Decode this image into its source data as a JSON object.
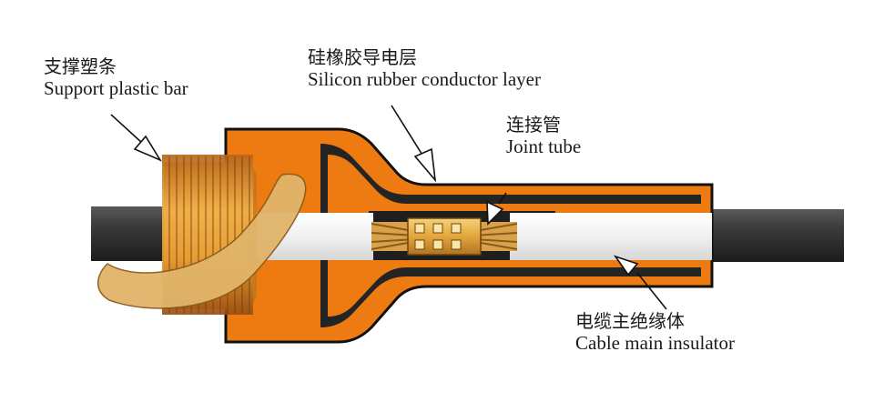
{
  "labels": {
    "support_bar": {
      "zh": "支撑塑条",
      "en": "Support plastic bar"
    },
    "conductor_layer": {
      "zh": "硅橡胶导电层",
      "en": "Silicon rubber conductor layer"
    },
    "joint_tube": {
      "zh": "连接管",
      "en": "Joint tube"
    },
    "main_insulator": {
      "zh": "电缆主绝缘体",
      "en": "Cable main insulator"
    }
  },
  "colors": {
    "cable_jacket": "#3a3a3a",
    "insulator": "#ececec",
    "rubber_body": "#e8730f",
    "conductor_layer": "#2a2a2a",
    "support_bar": "#d38a2e",
    "joint_tube": "#e7b34f"
  }
}
